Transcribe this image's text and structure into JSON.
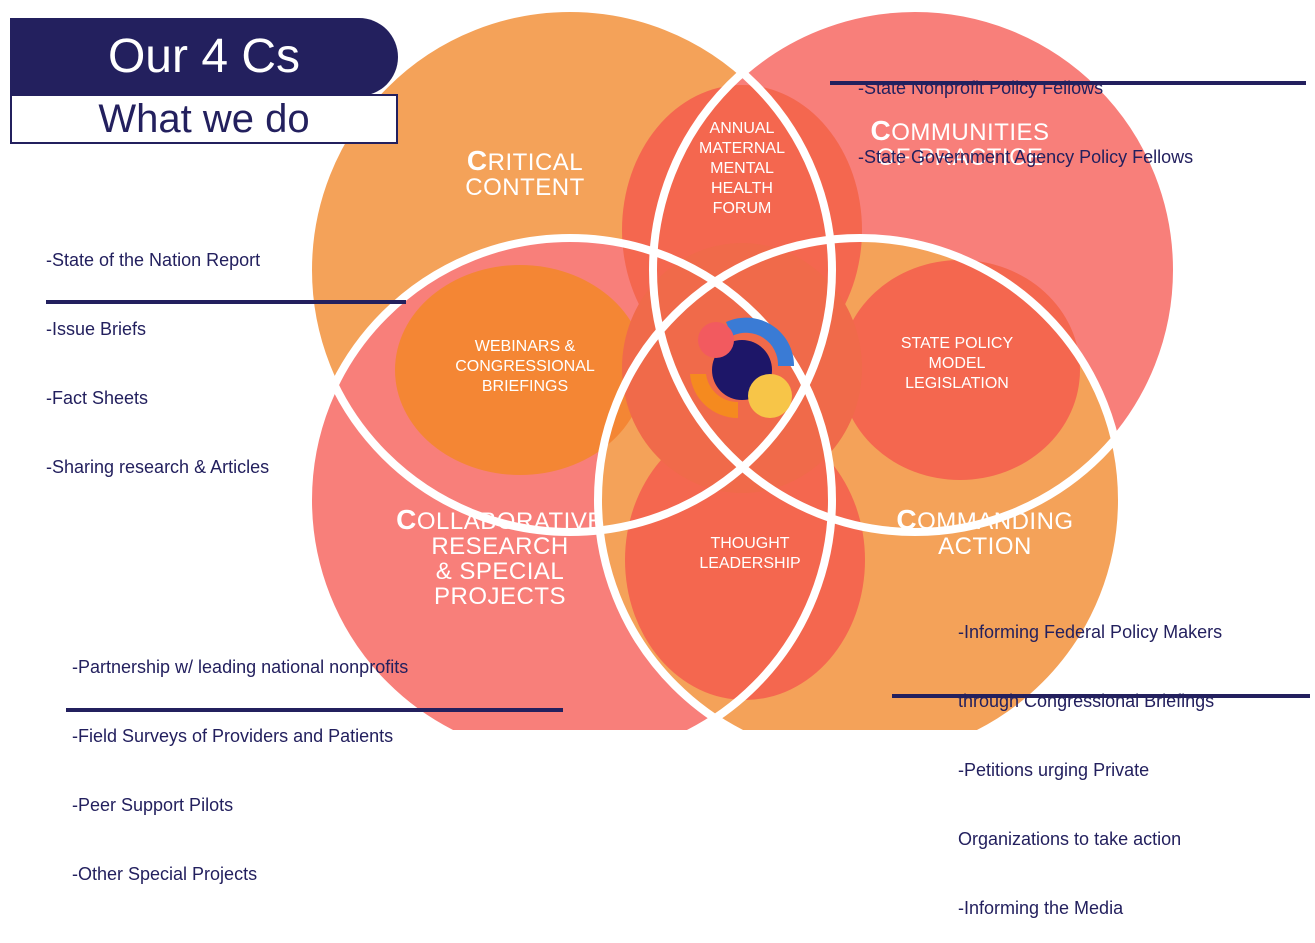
{
  "title": {
    "main": "Our 4 Cs",
    "sub": "What we do"
  },
  "colors": {
    "navy": "#23205e",
    "orange": "#f4a259",
    "pink": "#f87f7a",
    "coral": "#f4674f",
    "deep_orange": "#f48634",
    "white": "#ffffff"
  },
  "circles": {
    "critical": {
      "cap": "C",
      "rest_line1": "RITICAL",
      "line2": "CONTENT"
    },
    "communities": {
      "cap": "C",
      "rest_line1": "OMMUNITIES",
      "line2": "OF PRACTICE"
    },
    "collaborative": {
      "cap": "C",
      "rest_line1": "OLLABORATIVE",
      "line2": "RESEARCH",
      "line3": "& SPECIAL",
      "line4": "PROJECTS"
    },
    "commanding": {
      "cap": "C",
      "rest_line1": "OMMANDING",
      "line2": "ACTION"
    }
  },
  "intersections": {
    "top": [
      "ANNUAL",
      "MATERNAL",
      "MENTAL",
      "HEALTH",
      "FORUM"
    ],
    "left": [
      "WEBINARS &",
      "CONGRESSIONAL",
      "BRIEFINGS"
    ],
    "right": [
      "STATE POLICY",
      "MODEL",
      "LEGISLATION"
    ],
    "bottom": [
      "THOUGHT",
      "LEADERSHIP"
    ]
  },
  "notes": {
    "communities": [
      "-State Nonprofit Policy Fellows",
      "-State Government Agency Policy Fellows"
    ],
    "critical": [
      "-State of the Nation Report",
      "-Issue Briefs",
      "-Fact Sheets",
      "-Sharing research & Articles"
    ],
    "collaborative": [
      "-Partnership w/ leading national nonprofits",
      "-Field Surveys of Providers and Patients",
      "-Peer Support Pilots",
      "-Other Special Projects"
    ],
    "commanding": [
      "-Informing Federal Policy Makers",
      "through Congressional Briefings",
      "-Petitions urging Private",
      "Organizations to take action",
      "-Informing the Media"
    ]
  },
  "logo": {
    "colors": {
      "red": "#f25a5f",
      "blue": "#3a7bd5",
      "navy": "#1d1668",
      "orange": "#f58a1f",
      "yellow": "#f7c548"
    }
  }
}
